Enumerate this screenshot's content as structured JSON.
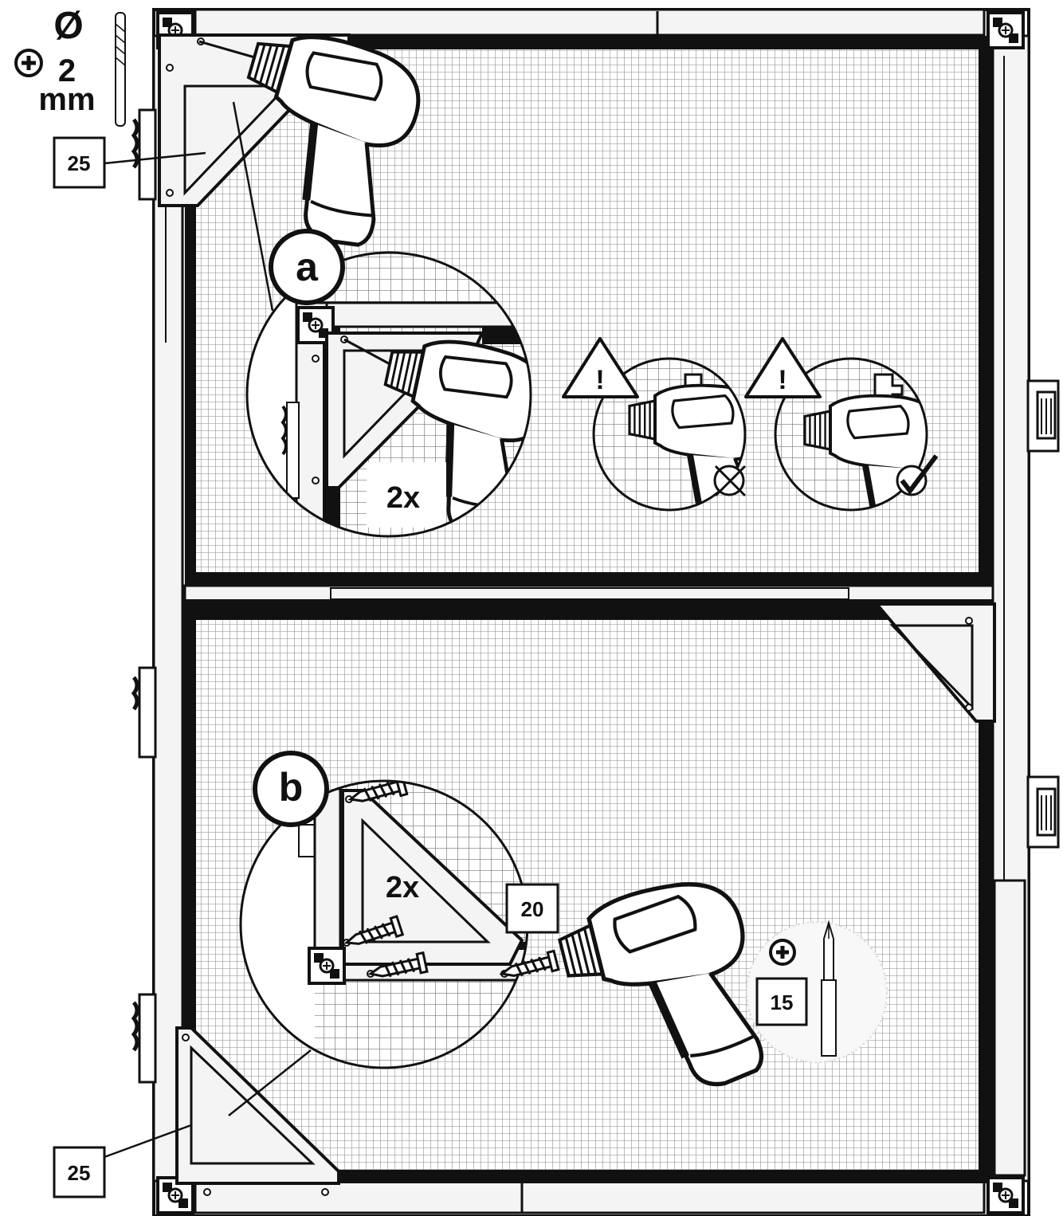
{
  "drill_spec": {
    "diameter_symbol": "Ø",
    "value": "2",
    "unit": "mm"
  },
  "part_labels": {
    "top_bracket": "25",
    "bottom_bracket": "25",
    "screw_set": "20",
    "bit_size": "15"
  },
  "detail_a": {
    "badge": "a",
    "count": "2x",
    "warning_glyph": "!",
    "bad_icon": "cross-icon",
    "good_icon": "check-icon"
  },
  "detail_b": {
    "badge": "b",
    "count": "2x"
  },
  "icons": {
    "phillips": "phillips-icon",
    "drill": "drill-icon",
    "warning": "warning-icon"
  },
  "colors": {
    "ink": "#111111",
    "frame_fill": "#f4f4f4",
    "mesh": "#8a8a8a"
  }
}
